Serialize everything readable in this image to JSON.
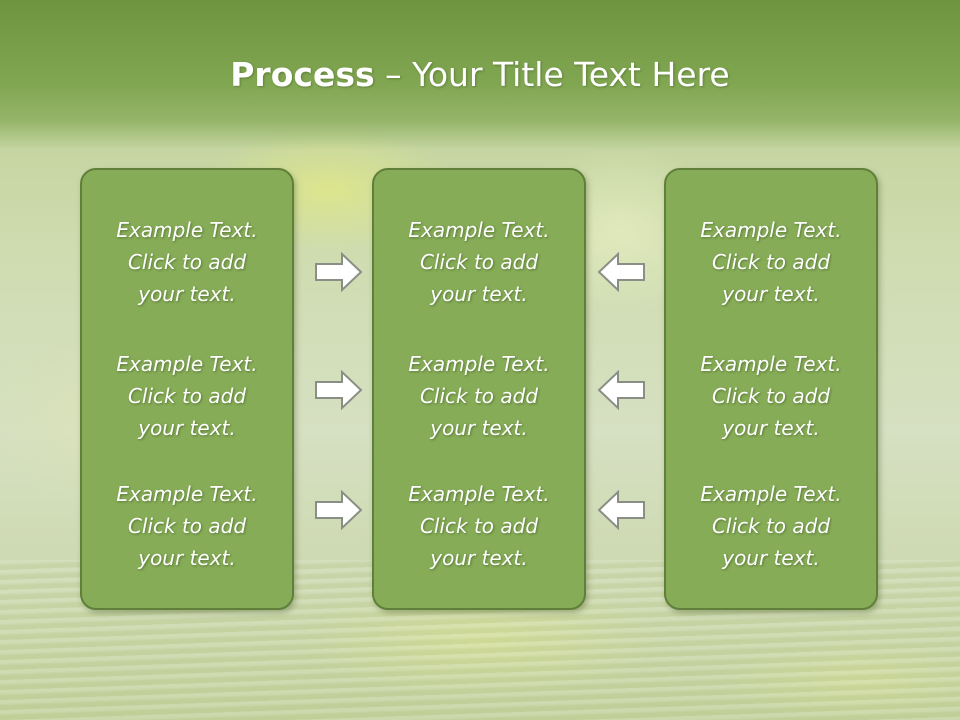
{
  "title": {
    "bold": "Process",
    "rest": " – Your Title Text Here"
  },
  "columns": [
    {
      "name": "left",
      "items": [
        {
          "l1": "Example Text.",
          "l2": "Click  to add",
          "l3": "your text."
        },
        {
          "l1": "Example Text.",
          "l2": "Click  to add",
          "l3": "your text."
        },
        {
          "l1": "Example Text.",
          "l2": "Click  to add",
          "l3": "your text."
        }
      ]
    },
    {
      "name": "center",
      "items": [
        {
          "l1": "Example Text.",
          "l2": "Click  to add",
          "l3": "your text."
        },
        {
          "l1": "Example Text.",
          "l2": "Click  to add",
          "l3": "your text."
        },
        {
          "l1": "Example Text.",
          "l2": "Click  to add",
          "l3": "your text."
        }
      ]
    },
    {
      "name": "right",
      "items": [
        {
          "l1": "Example Text.",
          "l2": "Click  to add",
          "l3": "your text."
        },
        {
          "l1": "Example Text.",
          "l2": "Click  to add",
          "l3": "your text."
        },
        {
          "l1": "Example Text.",
          "l2": "Click  to add",
          "l3": "your text."
        }
      ]
    }
  ],
  "arrows": {
    "left_group": "arrow-right-icon",
    "right_group": "arrow-left-icon"
  },
  "colors": {
    "header": "#7a9f4a",
    "box_fill": "#86ac57",
    "box_border": "#5f7f3a",
    "text": "#ffffff"
  }
}
